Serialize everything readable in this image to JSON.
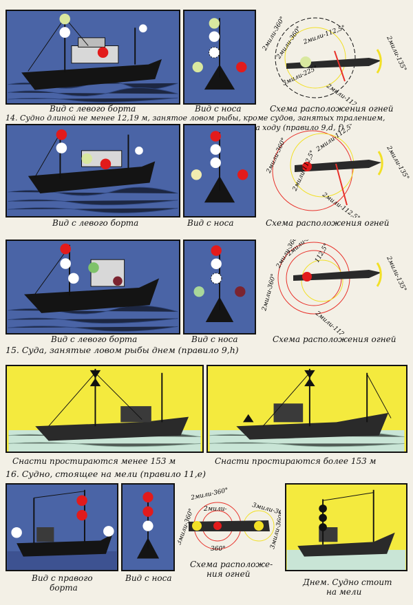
{
  "captions": {
    "side_left_1": "Вид с левого борта",
    "bow_1": "Вид с носа",
    "scheme_1": "Схема расположения огней",
    "side_left_2": "Вид с левого борта",
    "bow_2": "Вид с носа",
    "scheme_2": "Схема расположения огней",
    "side_left_3": "Вид с левого борта",
    "bow_3": "Вид с носа",
    "scheme_3": "Схема расположения огней",
    "gear_less": "Снасти простираются менее 153 м",
    "gear_more": "Снасти простираются более 153 м",
    "side_right_16_l1": "Вид с правого",
    "side_right_16_l2": "борта",
    "bow_16": "Вид с носа",
    "scheme_16_l1": "Схема расположе-",
    "scheme_16_l2": "ния огней",
    "day_16_l1": "Днем. Судно стоит",
    "day_16_l2": "на мели"
  },
  "titles": {
    "t14_l1": "14. Судно длиной не менее 12,19 м, занятое ловом рыбы, кроме судов, занятых тралением,",
    "t14_l2": "на ходу (правило 9,d, f)",
    "t15": "15. Суда, занятые ловом рыбы днем (правило 9,h)",
    "t16": "16. Судно, стоящее на мели (правило 11,е)"
  },
  "sector_labels": {
    "s1_a": "2мили-360°",
    "s1_b": "2мили-360°",
    "s1_c": "2мили-112,5°",
    "s1_d": "2мили-135°",
    "s1_e": "3мили-225°",
    "s1_f": "2мили-112,5°",
    "s2_a": "2мили-360°",
    "s2_b": "2мили-112,5°",
    "s2_c": "2мили-112,5°",
    "s2_d": "2мили-135°",
    "s2_e": "2мили-112,5°",
    "s3_a": "2мили-360°",
    "s3_b": "2мили-360°",
    "s3_c": "2мили-360°",
    "s3_d": "112,5°",
    "s3_e": "2мили-135°",
    "s3_f": "2мили-112,5°",
    "s4_a": "2мили-360°",
    "s4_b": "2мили-",
    "s4_c": "3мили-360°",
    "s4_d": "3мили-360°",
    "s4_e": "360°",
    "s4_f": "3мили-360°"
  },
  "colors": {
    "panel_blue": "#4a64a6",
    "panel_yellow": "#f4ea3e",
    "light_red": "#e21b1b",
    "light_green": "#d8e8a0",
    "light_white": "#ffffff",
    "arc_yellow": "#f2e026",
    "arc_red": "#e8312a",
    "hull": "#2a2a2a"
  }
}
